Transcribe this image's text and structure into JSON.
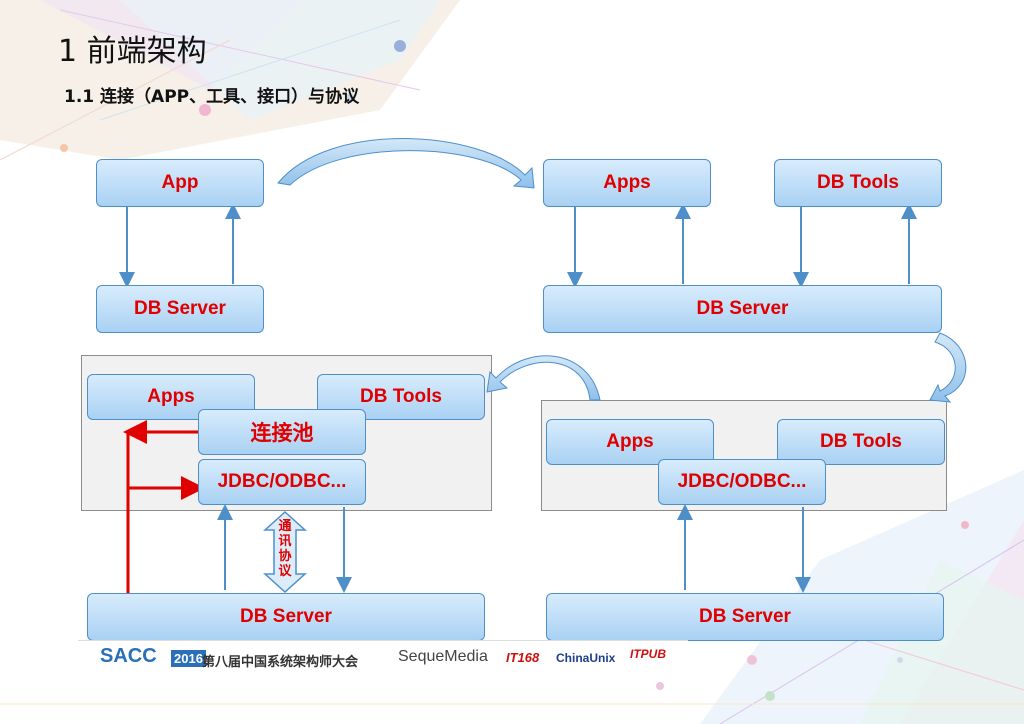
{
  "slide": {
    "title": "1 前端架构",
    "subtitle": "1.1 连接（APP、工具、接口）与协议"
  },
  "diagram1": {
    "app": "App",
    "db_server": "DB  Server"
  },
  "diagram2": {
    "apps": "Apps",
    "db_tools": "DB Tools",
    "db_server": "DB  Server"
  },
  "diagram3": {
    "apps": "Apps",
    "db_tools": "DB Tools",
    "pool": "连接池",
    "jdbc": "JDBC/ODBC...",
    "protocol": [
      "通",
      "讯",
      "协",
      "议"
    ],
    "db_server": "DB  Server"
  },
  "diagram4": {
    "apps": "Apps",
    "db_tools": "DB Tools",
    "jdbc": "JDBC/ODBC...",
    "db_server": "DB  Server"
  },
  "footer": {
    "sacc": "SACC",
    "year": "2016",
    "conference": "第八届中国系统架构师大会",
    "seque": "SequeMedia",
    "it168": "IT168",
    "chinaunix": "ChinaUnix",
    "itpub": "ITPUB"
  },
  "colors": {
    "label_red": "#e00000",
    "box_blue": "#a9d1f3",
    "arrow_blue": "#4f8fc9"
  }
}
